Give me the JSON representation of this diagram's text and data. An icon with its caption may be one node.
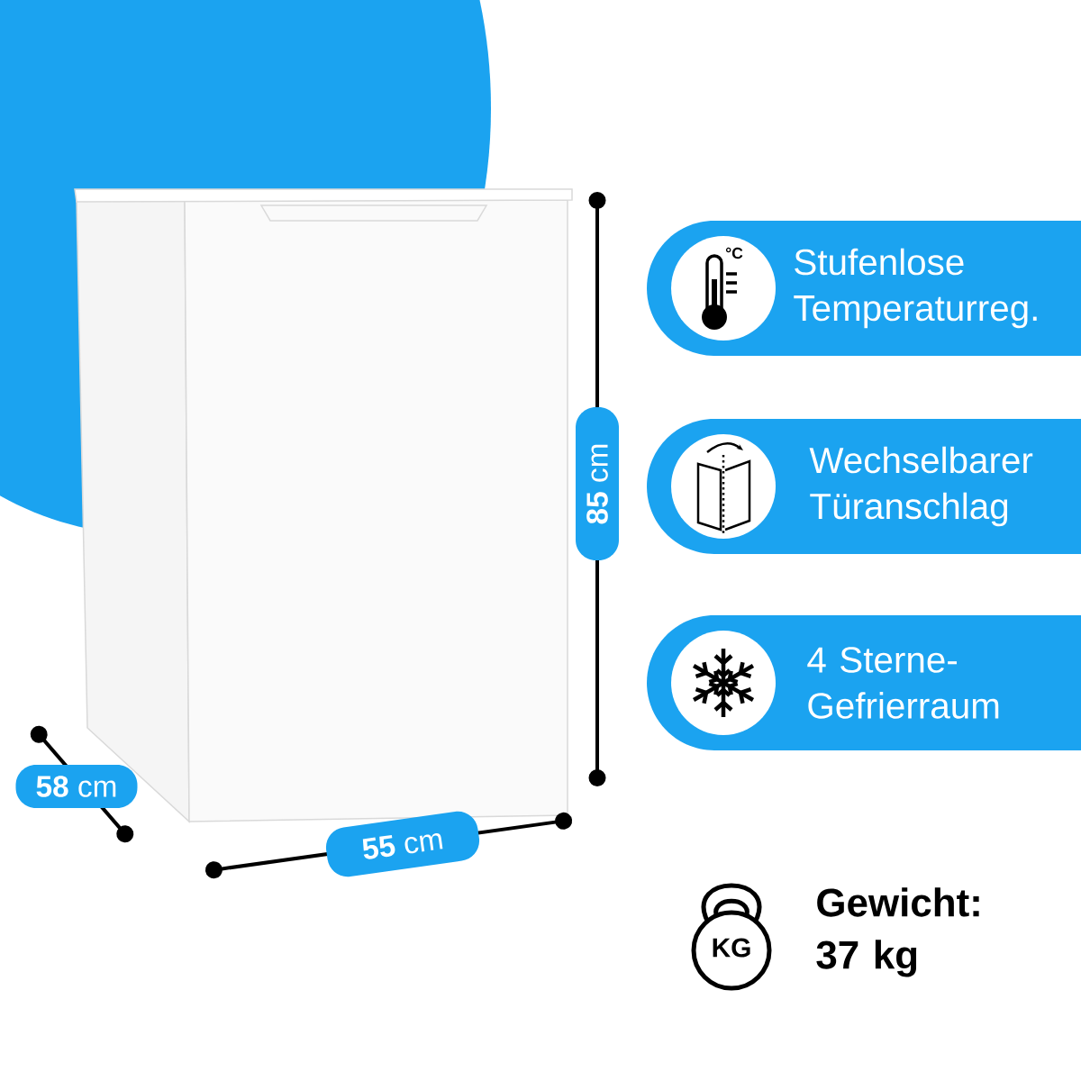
{
  "diagram": {
    "nodes": [
      {
        "text": [
          "Stufenlose Temperaturreg."
        ]
      },
      {
        "text": [
          "Wechselbarer Türanschlag"
        ]
      },
      {
        "text": [
          "4 Sterne- Gefrierraum"
        ]
      }
    ],
    "labels": [
      "°C",
      "**85** cm",
      "**58** cm",
      "**55** cm",
      "KG",
      "Gewicht: 37 kg"
    ]
  }
}
